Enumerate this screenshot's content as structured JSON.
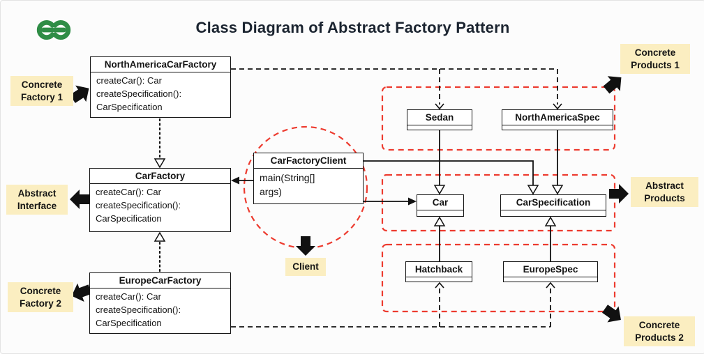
{
  "title": "Class Diagram of Abstract Factory Pattern",
  "classes": {
    "north_america_car_factory": {
      "name": "NorthAmericaCarFactory",
      "members": [
        "createCar(): Car",
        "createSpecification():",
        "CarSpecification"
      ]
    },
    "car_factory": {
      "name": "CarFactory",
      "members": [
        "createCar(): Car",
        "createSpecification():",
        "CarSpecification"
      ]
    },
    "europe_car_factory": {
      "name": "EuropeCarFactory",
      "members": [
        "createCar(): Car",
        "createSpecification():",
        "CarSpecification"
      ]
    },
    "car_factory_client": {
      "name": "CarFactoryClient",
      "members": [
        "main(String[]",
        "args)"
      ]
    },
    "sedan": {
      "name": "Sedan"
    },
    "north_america_spec": {
      "name": "NorthAmericaSpec"
    },
    "car": {
      "name": "Car"
    },
    "car_specification": {
      "name": "CarSpecification"
    },
    "hatchback": {
      "name": "Hatchback"
    },
    "europe_spec": {
      "name": "EuropeSpec"
    }
  },
  "annotations": {
    "concrete_factory_1": "Concrete\nFactory 1",
    "abstract_interface": "Abstract\nInterface",
    "concrete_factory_2": "Concrete\nFactory 2",
    "client": "Client",
    "concrete_products_1": "Concrete\nProducts 1",
    "abstract_products": "Abstract\nProducts",
    "concrete_products_2": "Concrete\nProducts 2"
  },
  "colors": {
    "label_bg": "#FBEEC1",
    "group_dashed": "#ED3B2F",
    "line": "#111111",
    "logo_green": "#2F8D46",
    "canvas_bg": "#FCFCFC"
  }
}
